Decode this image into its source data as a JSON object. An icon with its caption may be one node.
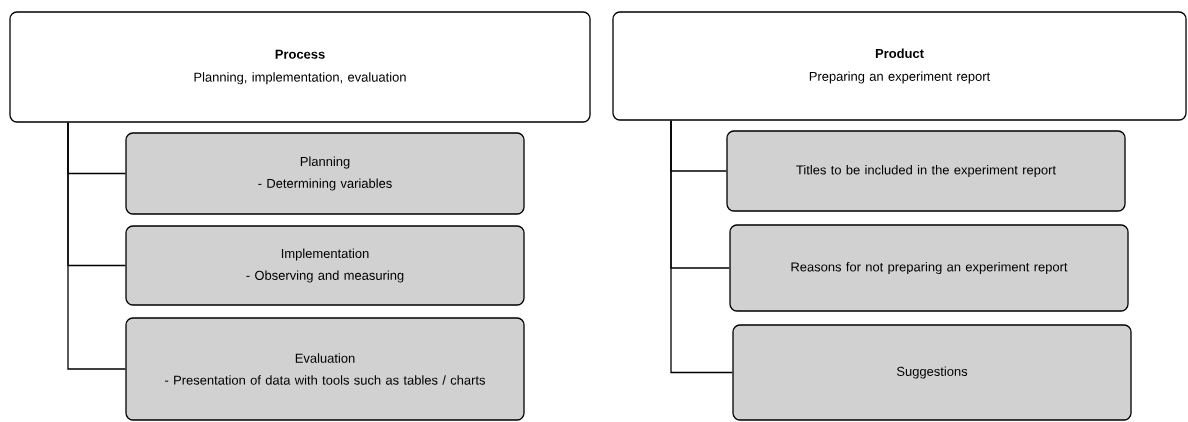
{
  "diagram": {
    "nodes": [
      {
        "text": [
          "Process",
          "Planning, implementation, evaluation"
        ]
      },
      {
        "text": [
          "Planning",
          "- Determining variables"
        ]
      },
      {
        "text": [
          "Implementation",
          "- Observing and measuring"
        ]
      },
      {
        "text": [
          "Evaluation",
          "- Presentation of data with tools such as tables / charts"
        ]
      },
      {
        "text": [
          "Product",
          "Preparing an experiment report"
        ]
      },
      {
        "text": [
          "Titles to be included in the experiment report"
        ]
      },
      {
        "text": [
          "Reasons for not preparing an experiment report"
        ]
      },
      {
        "text": [
          "Suggestions"
        ]
      }
    ],
    "edges": [
      {
        "from": 0,
        "to": 1,
        "arrow": "none"
      },
      {
        "from": 0,
        "to": 2,
        "arrow": "none"
      },
      {
        "from": 0,
        "to": 3,
        "arrow": "none"
      },
      {
        "from": 4,
        "to": 5,
        "arrow": "none"
      },
      {
        "from": 4,
        "to": 6,
        "arrow": "none"
      },
      {
        "from": 4,
        "to": 7,
        "arrow": "none"
      }
    ]
  }
}
